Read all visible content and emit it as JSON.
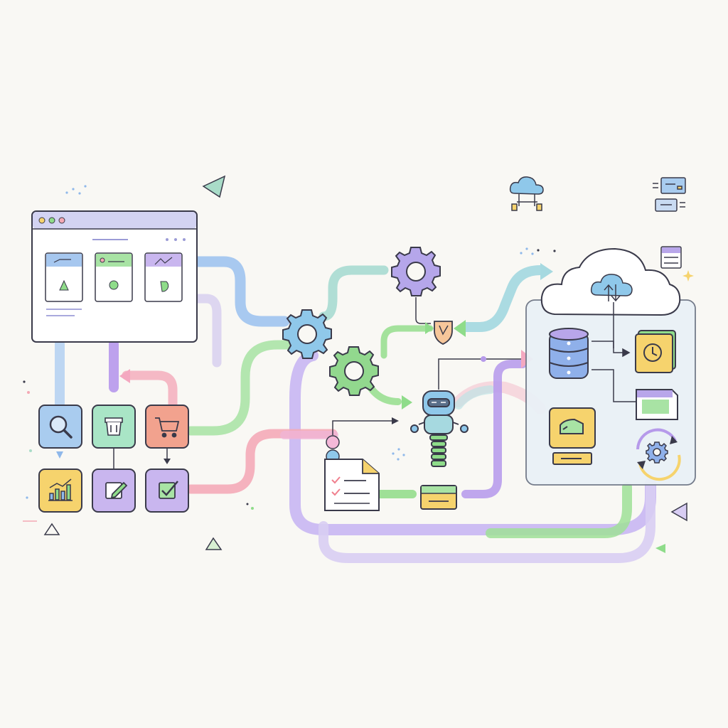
{
  "diagram": {
    "title": "",
    "colors": {
      "background": "#f9f8f4",
      "blue": "#8fb8ea",
      "purple": "#b69aea",
      "lavender": "#d2c8f0",
      "green": "#8fdc8a",
      "mint": "#a9dcc8",
      "pink": "#f4a8b4",
      "teal": "#a6d9e0",
      "yellow": "#f6d36d",
      "outline": "#3a3a4a"
    },
    "nodes": [
      {
        "id": "browser-window",
        "icon": "browser-window-icon",
        "cards": [
          "triangle-chart-card",
          "circle-chart-card",
          "pie-chart-card"
        ]
      },
      {
        "id": "search",
        "icon": "magnifier-icon"
      },
      {
        "id": "package",
        "icon": "package-box-icon"
      },
      {
        "id": "cart",
        "icon": "shopping-cart-icon"
      },
      {
        "id": "analytics",
        "icon": "bar-chart-icon"
      },
      {
        "id": "edit",
        "icon": "pencil-edit-icon"
      },
      {
        "id": "approve",
        "icon": "checkbox-check-icon"
      },
      {
        "id": "gear-blue",
        "icon": "gear-icon"
      },
      {
        "id": "gear-purple",
        "icon": "gear-icon"
      },
      {
        "id": "gear-green",
        "icon": "gear-icon"
      },
      {
        "id": "shield",
        "icon": "shield-icon"
      },
      {
        "id": "robot",
        "icon": "robot-icon"
      },
      {
        "id": "checklist",
        "icon": "checklist-document-icon"
      },
      {
        "id": "tray",
        "icon": "inbox-tray-icon"
      },
      {
        "id": "cloud",
        "icon": "cloud-sync-icon"
      },
      {
        "id": "database",
        "icon": "database-icon"
      },
      {
        "id": "scheduler",
        "icon": "clock-icon"
      },
      {
        "id": "monitor",
        "icon": "monitor-icon"
      },
      {
        "id": "terminal",
        "icon": "terminal-icon"
      },
      {
        "id": "sync-gear",
        "icon": "sync-gear-icon"
      },
      {
        "id": "mini-cloud",
        "icon": "cloud-icon"
      },
      {
        "id": "mini-cards",
        "icon": "card-icon"
      },
      {
        "id": "mini-server",
        "icon": "server-icon"
      }
    ]
  }
}
